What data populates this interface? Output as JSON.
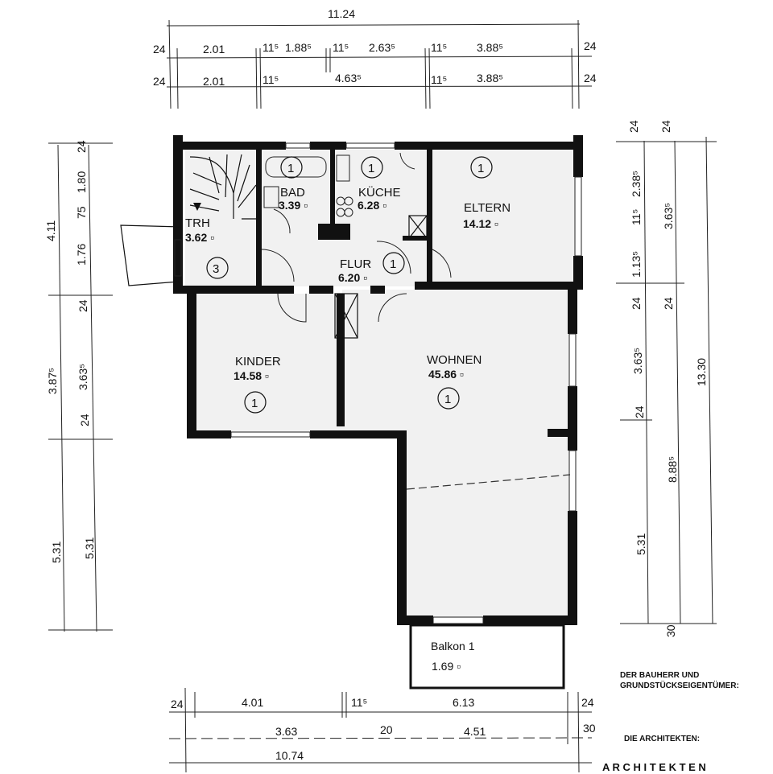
{
  "rooms": [
    {
      "name": "TRH",
      "area": "3.62 ▫",
      "number": "3"
    },
    {
      "name": "BAD",
      "area": "3.39 ▫",
      "number": "1"
    },
    {
      "name": "KÜCHE",
      "area": "6.28 ▫",
      "number": "1"
    },
    {
      "name": "ELTERN",
      "area": "14.12 ▫",
      "number": "1"
    },
    {
      "name": "FLUR",
      "area": "6.20 ▫",
      "number": "1"
    },
    {
      "name": "KINDER",
      "area": "14.58 ▫",
      "number": "1"
    },
    {
      "name": "WOHNEN",
      "area": "45.86 ▫",
      "number": "1"
    },
    {
      "name": "Balkon 1",
      "area": "1.69 ▫"
    }
  ],
  "dimensions": {
    "top_total": "11.24",
    "top_row1": [
      "24",
      "2.01",
      "11⁵",
      "1.88⁵",
      "11⁵",
      "2.63⁵",
      "11⁵",
      "3.88⁵",
      "24"
    ],
    "top_row2": [
      "24",
      "2.01",
      "11⁵",
      "4.63⁵",
      "11⁵",
      "3.88⁵",
      "24"
    ],
    "left_outer": [
      "4.11",
      "3.87⁵",
      "5.31"
    ],
    "left_inner": [
      "24",
      "1.80",
      "75",
      "1.76",
      "24",
      "3.63⁵",
      "24",
      "5.31"
    ],
    "right_inner": [
      "24",
      "2.38⁵",
      "11⁵",
      "1.13⁵",
      "24",
      "3.63⁵",
      "24",
      "5.31",
      "30"
    ],
    "right_middle": [
      "24",
      "3.63⁵",
      "24",
      "8.88⁵"
    ],
    "right_outer": [
      "13.30"
    ],
    "bottom_row1": [
      "24",
      "4.01",
      "11⁵",
      "6.13",
      "24"
    ],
    "bottom_row2": [
      "3.63",
      "20",
      "4.51",
      "30"
    ],
    "bottom_total": "10.74"
  },
  "notes": {
    "owner_line1": "DER BAUHERR UND",
    "owner_line2": "GRUNDSTÜCKSEIGENTÜMER:",
    "architects_label": "DIE ARCHITEKTEN:",
    "architects_stamp": "A R C H I T E K T E N"
  }
}
